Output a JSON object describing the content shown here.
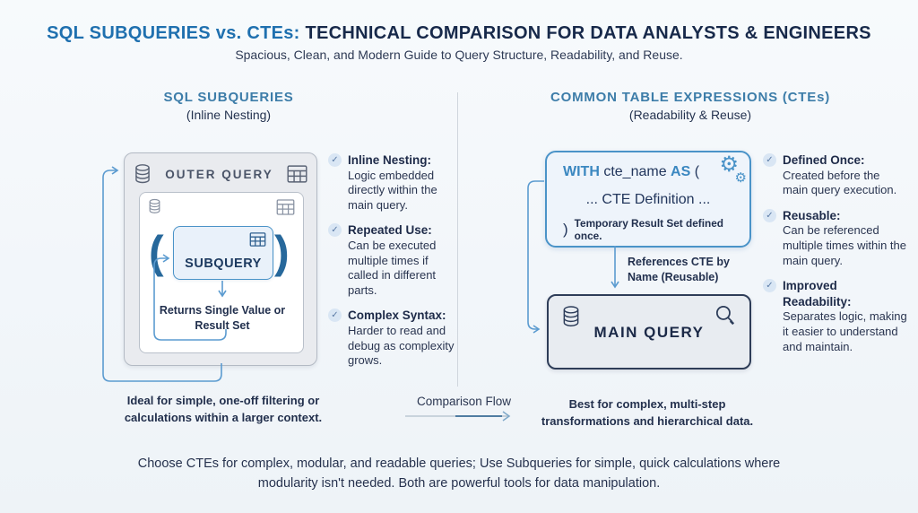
{
  "header": {
    "title_accent": "SQL SUBQUERIES vs. CTEs:",
    "title_main": " TECHNICAL COMPARISON FOR DATA ANALYSTS & ENGINEERS",
    "subtitle": "Spacious, Clean, and Modern Guide to Query Structure, Readability, and Reuse."
  },
  "left_panel": {
    "heading": "SQL SUBQUERIES",
    "subheading": "(Inline Nesting)",
    "outer_query_label": "OUTER QUERY",
    "paren_open": "(",
    "paren_close": ")",
    "subquery_label": "SUBQUERY",
    "returns_note": "Returns Single Value or Result Set",
    "bullets": [
      {
        "title": "Inline Nesting:",
        "body": "Logic embedded directly within the main query."
      },
      {
        "title": "Repeated Use:",
        "body": "Can be executed multiple times if called in different parts."
      },
      {
        "title": "Complex Syntax:",
        "body": "Harder to read and debug as complexity grows."
      }
    ],
    "caption": "Ideal for simple, one-off filtering or calculations within a larger context."
  },
  "right_panel": {
    "heading": "COMMON TABLE EXPRESSIONS (CTEs)",
    "subheading": "(Readability & Reuse)",
    "cte_box": {
      "keyword_with": "WITH",
      "cte_name": " cte_name ",
      "keyword_as": "AS",
      "paren_open": " (",
      "definition_line": "... CTE Definition ...",
      "paren_close": ")",
      "temp_note": "Temporary Result Set defined once."
    },
    "arrow_label": "References CTE by Name (Reusable)",
    "main_query_label": "MAIN QUERY",
    "bullets": [
      {
        "title": "Defined Once:",
        "body": "Created before the main query execution."
      },
      {
        "title": "Reusable:",
        "body": "Can be referenced multiple times within the main query."
      },
      {
        "title": "Improved Readability:",
        "body": "Separates logic, making it easier to understand and maintain."
      }
    ],
    "caption": "Best for complex, multi-step transformations and hierarchical data."
  },
  "comparison_flow": {
    "label": "Comparison Flow"
  },
  "footer": {
    "text": "Choose CTEs for complex, modular, and readable queries; Use Subqueries for simple, quick calculations where modularity isn't needed. Both are powerful tools for data manipulation."
  },
  "colors": {
    "accent_blue": "#1f70af",
    "heading_blue": "#3d7da9",
    "navy": "#1e2b49",
    "diagram_blue": "#4a93c8",
    "paren_blue": "#27689b",
    "box_gray": "#e9ebef",
    "border_gray": "#b3bac4",
    "connector_blue": "#5b9bd0"
  }
}
